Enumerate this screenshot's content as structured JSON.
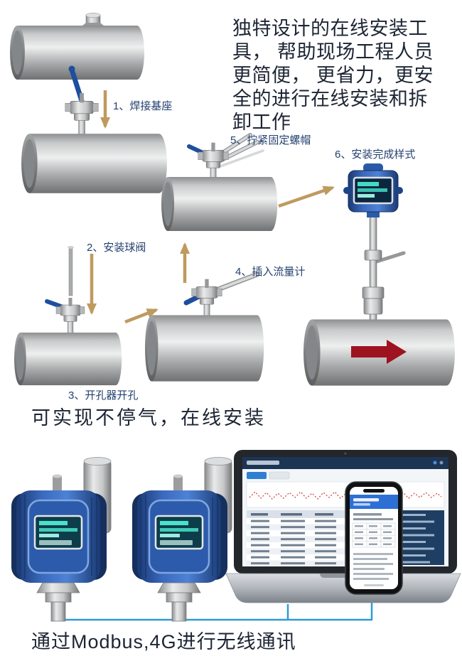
{
  "intro": {
    "text": "独特设计的在线安装工\n具， 帮助现场工程人员\n更简便， 更省力，更安\n全的进行在线安装和拆\n卸工作"
  },
  "steps": [
    {
      "label": "1、焊接基座"
    },
    {
      "label": "2、安装球阀"
    },
    {
      "label": "3、开孔器开孔"
    },
    {
      "label": "4、插入流量计"
    },
    {
      "label": "5、拧紧固定螺帽"
    },
    {
      "label": "6、安装完成样式"
    }
  ],
  "captions": {
    "online_install": "可实现不停气，在线安装",
    "communication": "通过Modbus,4G进行无线通讯"
  },
  "colors": {
    "step_label_blue": "#24416f",
    "arrow_gold": "#bf9a5f",
    "caption_dark": "#1c2433",
    "flow_arrow_red": "#9e1320",
    "wire_blue": "#2e9bd8",
    "device_blue": "#3a69bd"
  }
}
